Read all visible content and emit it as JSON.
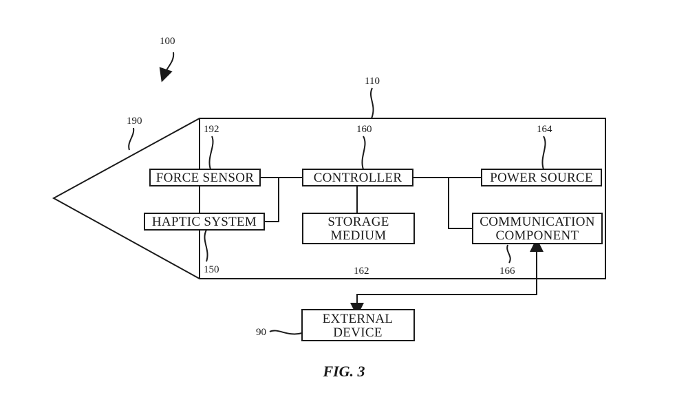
{
  "refs": {
    "device": "100",
    "housing": "110",
    "tip": "190",
    "force_sensor": "192",
    "controller": "160",
    "power_source": "164",
    "haptic_system": "150",
    "storage_medium": "162",
    "communication_component": "166",
    "external_device": "90"
  },
  "blocks": {
    "force_sensor": "FORCE SENSOR",
    "controller": "CONTROLLER",
    "power_source": "POWER SOURCE",
    "haptic_system": "HAPTIC SYSTEM",
    "storage_medium_1": "STORAGE",
    "storage_medium_2": "MEDIUM",
    "communication_1": "COMMUNICATION",
    "communication_2": "COMPONENT",
    "external_1": "EXTERNAL",
    "external_2": "DEVICE"
  },
  "caption": "FIG. 3"
}
